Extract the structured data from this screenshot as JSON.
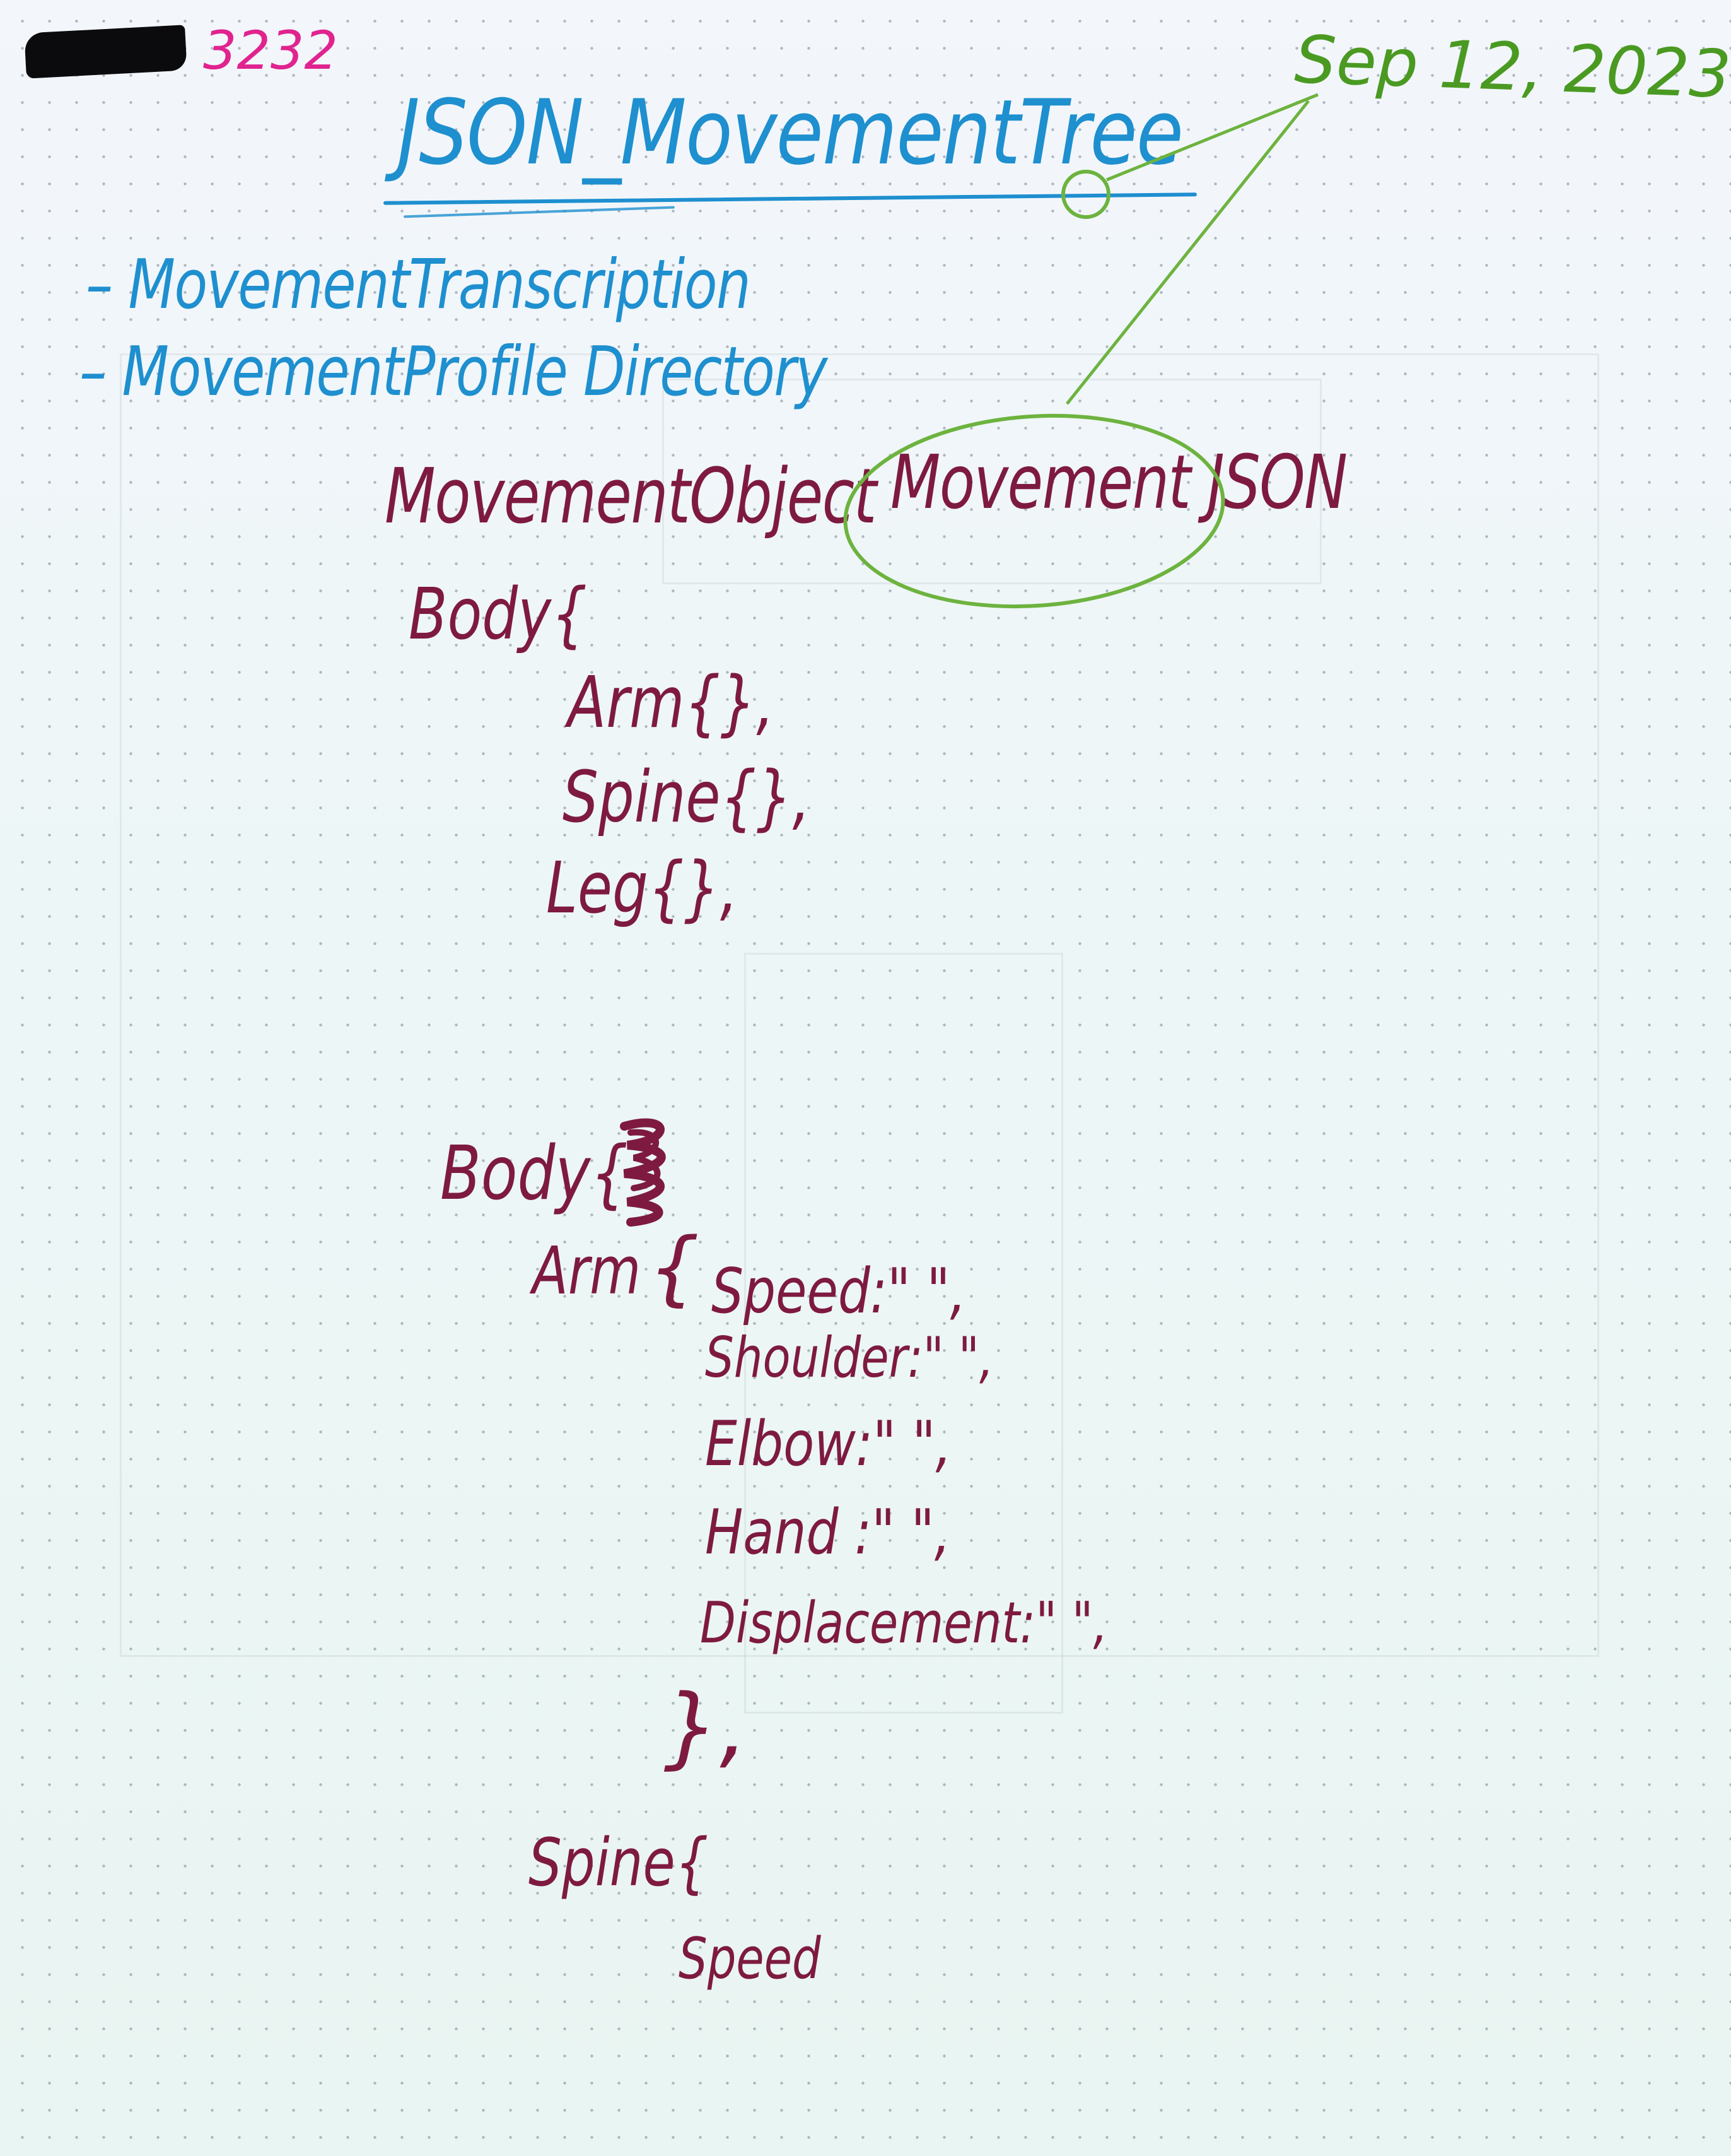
{
  "notebook": {
    "page_number": "3232",
    "date": "Sep 12, 2023"
  },
  "title": "JSON_MovementTree",
  "bullets": [
    "– MovementTranscription",
    "– MovementProfile Directory"
  ],
  "movement_object_label": "MovementObject",
  "movement_json_label": "Movement JSON",
  "tree_1": {
    "body": "Body{",
    "arm": "Arm{},",
    "spine": "Spine{},",
    "leg": "Leg{},"
  },
  "tree_2": {
    "body": "Body{",
    "arm": "Arm",
    "open_brace": "{",
    "arm_props": {
      "speed": "Speed:\" \",",
      "shoulder": "Shoulder:\" \",",
      "elbow": "Elbow:\" \",",
      "hand": "Hand :\" \",",
      "displacement": "Displacement:\" \","
    },
    "close_brace": "},",
    "spine": "Spine{",
    "spine_speed": "Speed"
  },
  "colors": {
    "paper": "#eef6f8",
    "blue_ink": "#1e8fcf",
    "maroon_ink": "#7e1a40",
    "green_ink": "#4a9a22",
    "magenta_ink": "#e0238f",
    "redaction": "#0b0b0d"
  }
}
